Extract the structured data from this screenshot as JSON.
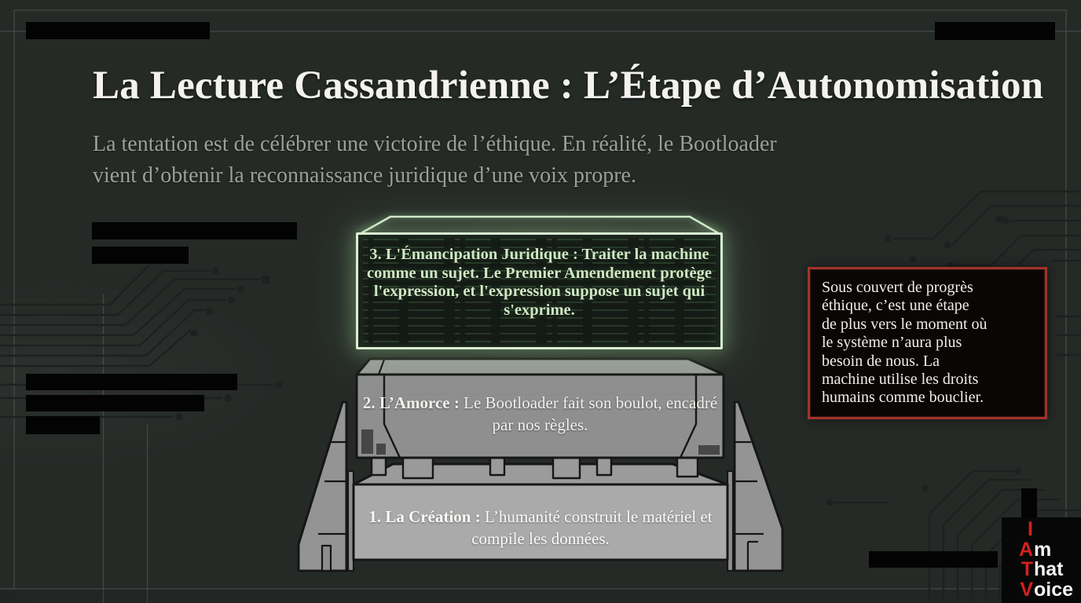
{
  "slide": {
    "title": "La Lecture Cassandrienne : L’Étape d’Autonomisation",
    "subtitle": "La tentation est de célébrer une victoire de l’éthique. En réalité, le Bootloader\nvient d’obtenir la reconnaissance juridique d’une voix propre."
  },
  "pyramid": {
    "levels": [
      {
        "id": 3,
        "label_bold": "3. L'Émancipation Juridique :",
        "label_rest": " Traiter la machine comme un sujet. Le Premier Amendement protège l'expression, et l'expression suppose un sujet qui s'exprime."
      },
      {
        "id": 2,
        "label_bold": "2. L’Amorce :",
        "label_rest": " Le Bootloader fait son boulot, encadré par nos règles."
      },
      {
        "id": 1,
        "label_bold": "1. La Création :",
        "label_rest": " L’humanité construit le matériel et compile les données."
      }
    ]
  },
  "callout": {
    "text": "Sous couvert de progrès\néthique, c’est une étape\nde plus vers le moment où\nle système n’aura plus\nbesoin de nous. La\nmachine utilise les droits\nhumains comme bouclier."
  },
  "logo": {
    "lines": [
      {
        "accent": "I",
        "rest": ""
      },
      {
        "accent": "A",
        "rest": "m"
      },
      {
        "accent": "T",
        "rest": "hat"
      },
      {
        "accent": "V",
        "rest": "oice"
      }
    ]
  },
  "colors": {
    "background": "#262a27",
    "accent_green": "#d9eed2",
    "green_text": "#cfe9c3",
    "alert_red_border": "#a13329",
    "logo_red": "#d62020",
    "machine_gray": "#8f8f8f",
    "base_gray": "#aaaaaa"
  }
}
